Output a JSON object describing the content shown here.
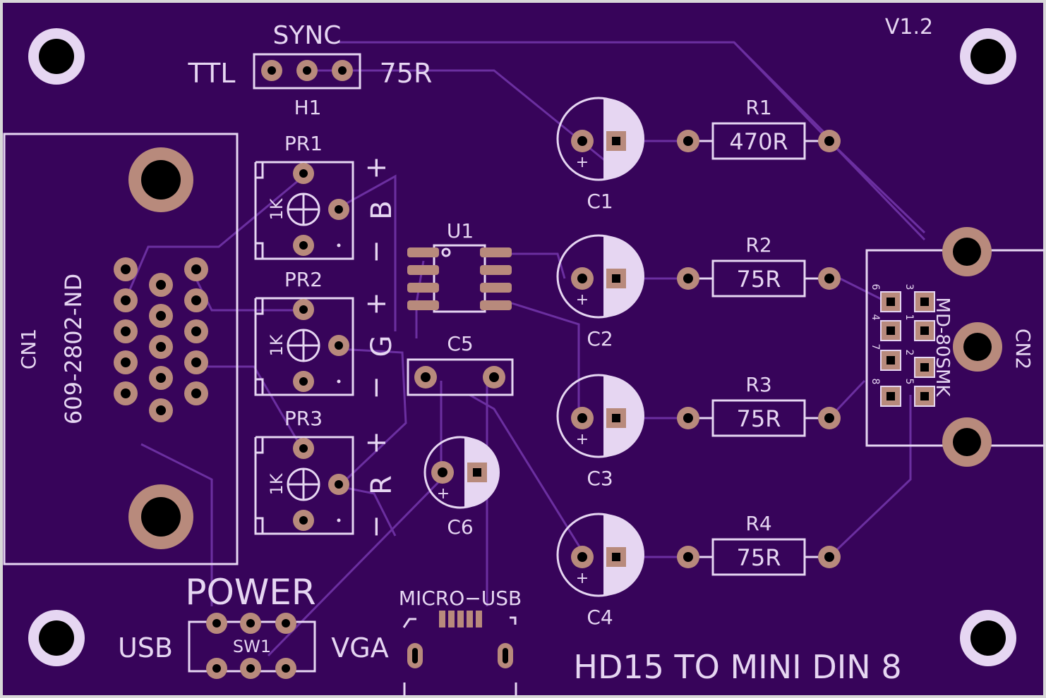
{
  "board": {
    "title": "HD15 TO MINI DIN 8",
    "version": "V1.2",
    "colors": {
      "board": "#37045a",
      "silk": "#e6d6f2",
      "copper": "#b88a7c",
      "trace": "#6b2fa0"
    }
  },
  "sync": {
    "title": "SYNC",
    "left": "TTL",
    "right": "75R",
    "ref": "H1"
  },
  "cn1": {
    "ref": "CN1",
    "part": "609-2802-ND"
  },
  "cn2": {
    "ref": "CN2",
    "part": "MD-80SMK",
    "pins": [
      "6",
      "4",
      "7",
      "8",
      "3",
      "1",
      "2",
      "5"
    ]
  },
  "trims": [
    {
      "ref": "PR1",
      "value": "1K",
      "channel": "B",
      "plus": "+",
      "minus": "−"
    },
    {
      "ref": "PR2",
      "value": "1K",
      "channel": "G",
      "plus": "+",
      "minus": "−"
    },
    {
      "ref": "PR3",
      "value": "1K",
      "channel": "R",
      "plus": "+",
      "minus": "−"
    }
  ],
  "u1": {
    "ref": "U1"
  },
  "c5": {
    "ref": "C5"
  },
  "c6": {
    "ref": "C6",
    "plus": "+"
  },
  "caps": [
    {
      "ref": "C1",
      "plus": "+"
    },
    {
      "ref": "C2",
      "plus": "+"
    },
    {
      "ref": "C3",
      "plus": "+"
    },
    {
      "ref": "C4",
      "plus": "+"
    }
  ],
  "resistors": [
    {
      "ref": "R1",
      "value": "470R"
    },
    {
      "ref": "R2",
      "value": "75R"
    },
    {
      "ref": "R3",
      "value": "75R"
    },
    {
      "ref": "R4",
      "value": "75R"
    }
  ],
  "power": {
    "title": "POWER",
    "left": "USB",
    "right": "VGA",
    "ref": "SW1"
  },
  "usb": {
    "label": "MICRO−USB"
  }
}
